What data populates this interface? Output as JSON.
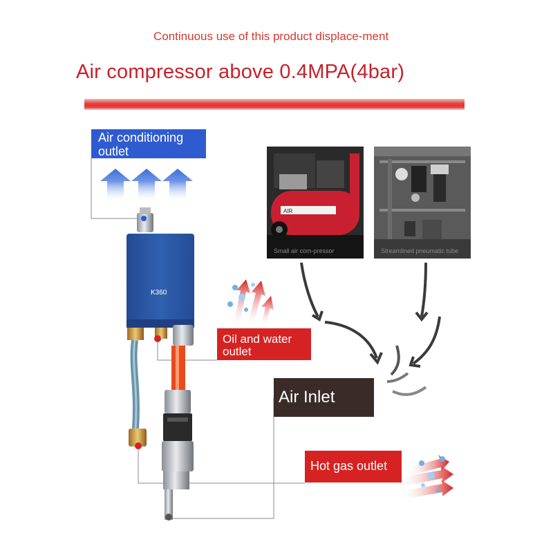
{
  "header": {
    "subhead": "Continuous use of this product displace-ment",
    "headline": "Air compressor above 0.4MPA(4bar)"
  },
  "labels": {
    "ac_outlet": "Air conditioning outlet",
    "oil_water_outlet": "Oil and water outlet",
    "air_inlet": "Air Inlet",
    "hot_gas_outlet": "Hot gas outlet"
  },
  "device": {
    "model": "K360"
  },
  "photos": [
    {
      "caption": "Small air com-pressor",
      "brand_text": "AIR"
    },
    {
      "caption": "Streamlined pneumatic tube"
    }
  ],
  "colors": {
    "accent_red": "#d62222",
    "label_blue": "#2f5bd0",
    "device_blue": "#2d57a8",
    "inlet_label": "#3a2a28"
  }
}
